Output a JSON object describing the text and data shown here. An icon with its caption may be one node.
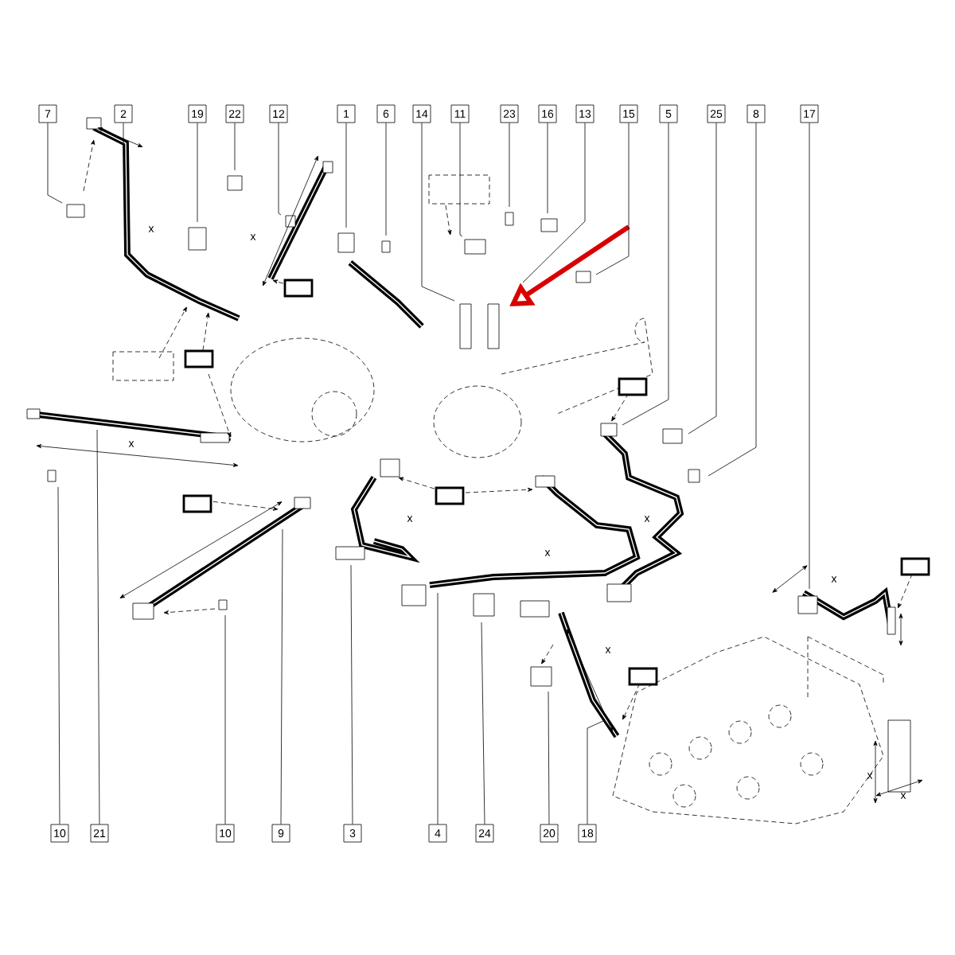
{
  "diagram": {
    "nodes": [
      {
        "text": [
          "7"
        ]
      },
      {
        "text": [
          "2"
        ]
      },
      {
        "text": [
          "19"
        ]
      },
      {
        "text": [
          "22"
        ]
      },
      {
        "text": [
          "12"
        ]
      },
      {
        "text": [
          "1"
        ]
      },
      {
        "text": [
          "6"
        ]
      },
      {
        "text": [
          "14"
        ]
      },
      {
        "text": [
          "11"
        ]
      },
      {
        "text": [
          "23"
        ]
      },
      {
        "text": [
          "16"
        ]
      },
      {
        "text": [
          "13"
        ]
      },
      {
        "text": [
          "15"
        ]
      },
      {
        "text": [
          "5"
        ]
      },
      {
        "text": [
          "25"
        ]
      },
      {
        "text": [
          "8"
        ]
      },
      {
        "text": [
          "17"
        ]
      },
      {
        "text": [
          "10"
        ]
      },
      {
        "text": [
          "21"
        ]
      },
      {
        "text": [
          "10"
        ]
      },
      {
        "text": [
          "9"
        ]
      },
      {
        "text": [
          "3"
        ]
      },
      {
        "text": [
          "4"
        ]
      },
      {
        "text": [
          "24"
        ]
      },
      {
        "text": [
          "20"
        ]
      },
      {
        "text": [
          "18"
        ]
      }
    ],
    "edges": [
      {
        "from": 0,
        "to": null,
        "arrow": "none"
      },
      {
        "from": 1,
        "to": null,
        "arrow": "none"
      },
      {
        "from": 2,
        "to": null,
        "arrow": "none"
      },
      {
        "from": 3,
        "to": null,
        "arrow": "none"
      },
      {
        "from": 4,
        "to": null,
        "arrow": "none"
      },
      {
        "from": 5,
        "to": null,
        "arrow": "none"
      },
      {
        "from": 6,
        "to": null,
        "arrow": "none"
      },
      {
        "from": 7,
        "to": null,
        "arrow": "none"
      },
      {
        "from": 8,
        "to": null,
        "arrow": "none"
      },
      {
        "from": 9,
        "to": null,
        "arrow": "none"
      },
      {
        "from": 10,
        "to": null,
        "arrow": "none"
      },
      {
        "from": 11,
        "to": null,
        "arrow": "none"
      },
      {
        "from": 12,
        "to": null,
        "arrow": "none"
      },
      {
        "from": 13,
        "to": null,
        "arrow": "none"
      },
      {
        "from": 14,
        "to": null,
        "arrow": "none"
      },
      {
        "from": 15,
        "to": null,
        "arrow": "none"
      },
      {
        "from": 16,
        "to": null,
        "arrow": "none"
      },
      {
        "from": 17,
        "to": null,
        "arrow": "none"
      },
      {
        "from": 18,
        "to": null,
        "arrow": "none"
      },
      {
        "from": 19,
        "to": null,
        "arrow": "none"
      },
      {
        "from": 20,
        "to": null,
        "arrow": "none"
      },
      {
        "from": 21,
        "to": null,
        "arrow": "none"
      },
      {
        "from": 22,
        "to": null,
        "arrow": "none"
      },
      {
        "from": 23,
        "to": null,
        "arrow": "none"
      },
      {
        "from": 24,
        "to": null,
        "arrow": "none"
      },
      {
        "from": 25,
        "to": null,
        "arrow": "none"
      }
    ],
    "labels": [
      "x",
      "x",
      "x",
      "x",
      "x",
      "x",
      "x",
      "x",
      "x",
      "x"
    ]
  }
}
